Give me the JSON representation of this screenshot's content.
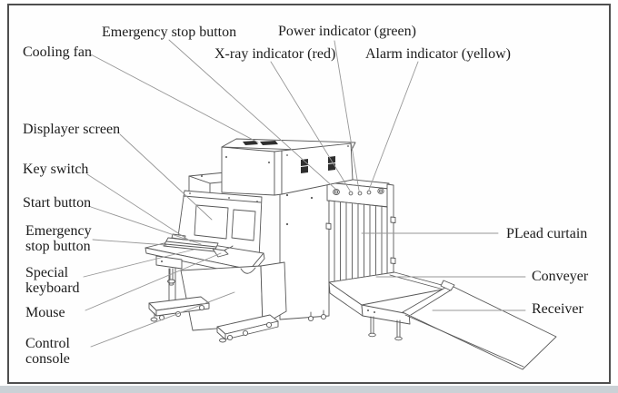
{
  "diagram": {
    "subject": "x-ray-baggage-scanner-line-drawing",
    "colors": {
      "frame_border": "#4f4f4f",
      "outline_stroke": "#585858",
      "leader_line": "#979797",
      "vent_fill": "#2e2e2e",
      "label_text": "#1c1c1c",
      "outer_strip": "#cbd1d6"
    }
  },
  "labels": {
    "cooling_fan": "Cooling fan",
    "emergency_stop_top": "Emergency stop button",
    "xray_indicator": "X-ray indicator (red)",
    "power_indicator": "Power indicator (green)",
    "alarm_indicator": "Alarm indicator (yellow)",
    "displayer_screen": "Displayer screen",
    "key_switch": "Key switch",
    "start_button": "Start button",
    "emergency_stop_left": "Emergency\nstop button",
    "special_keyboard": "Special\nkeyboard",
    "mouse": "Mouse",
    "control_console": "Control\nconsole",
    "plead_curtain": "PLead curtain",
    "conveyer": "Conveyer",
    "receiver": "Receiver"
  }
}
